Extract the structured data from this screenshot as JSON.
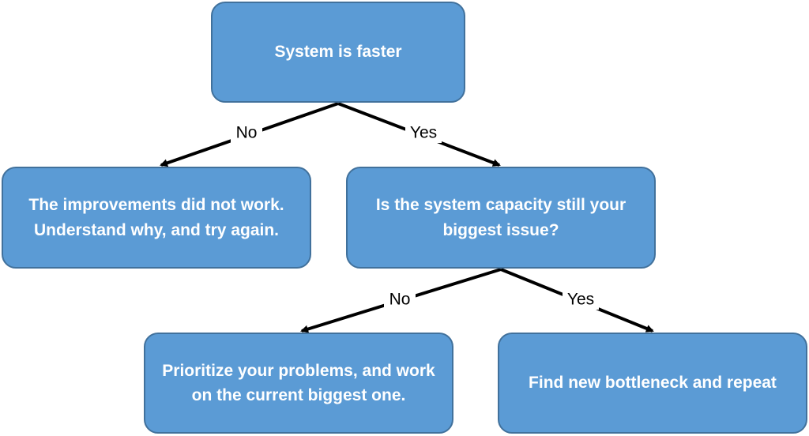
{
  "nodes": {
    "root": "System is faster",
    "no_branch": "The improvements did not work. Understand why, and try again.",
    "question": "Is the system capacity still your biggest issue?",
    "prioritize": "Prioritize your problems, and work on the current biggest one.",
    "repeat": "Find new bottleneck and repeat"
  },
  "edges": {
    "root_no": "No",
    "root_yes": "Yes",
    "question_no": "No",
    "question_yes": "Yes"
  },
  "colors": {
    "node_fill": "#5b9bd5",
    "node_border": "#41719c",
    "node_text": "#ffffff",
    "edge": "#000000"
  }
}
